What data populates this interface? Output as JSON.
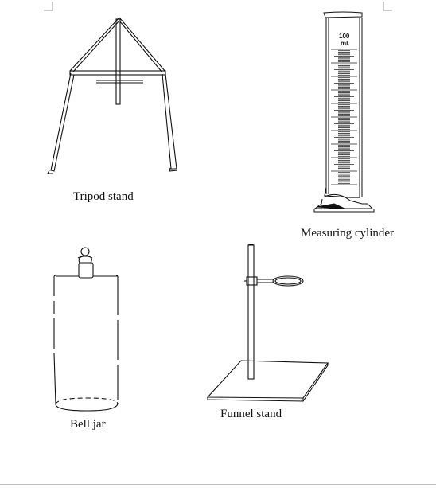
{
  "captions": {
    "tripod": "Tripod stand",
    "cylinder": "Measuring cylinder",
    "bell_jar": "Bell jar",
    "funnel": "Funnel stand"
  },
  "cylinder_scale": {
    "max": "100",
    "unit": "ml."
  },
  "colors": {
    "line": "#111111",
    "page": "#ffffff",
    "divider": "#bdbdbd"
  }
}
